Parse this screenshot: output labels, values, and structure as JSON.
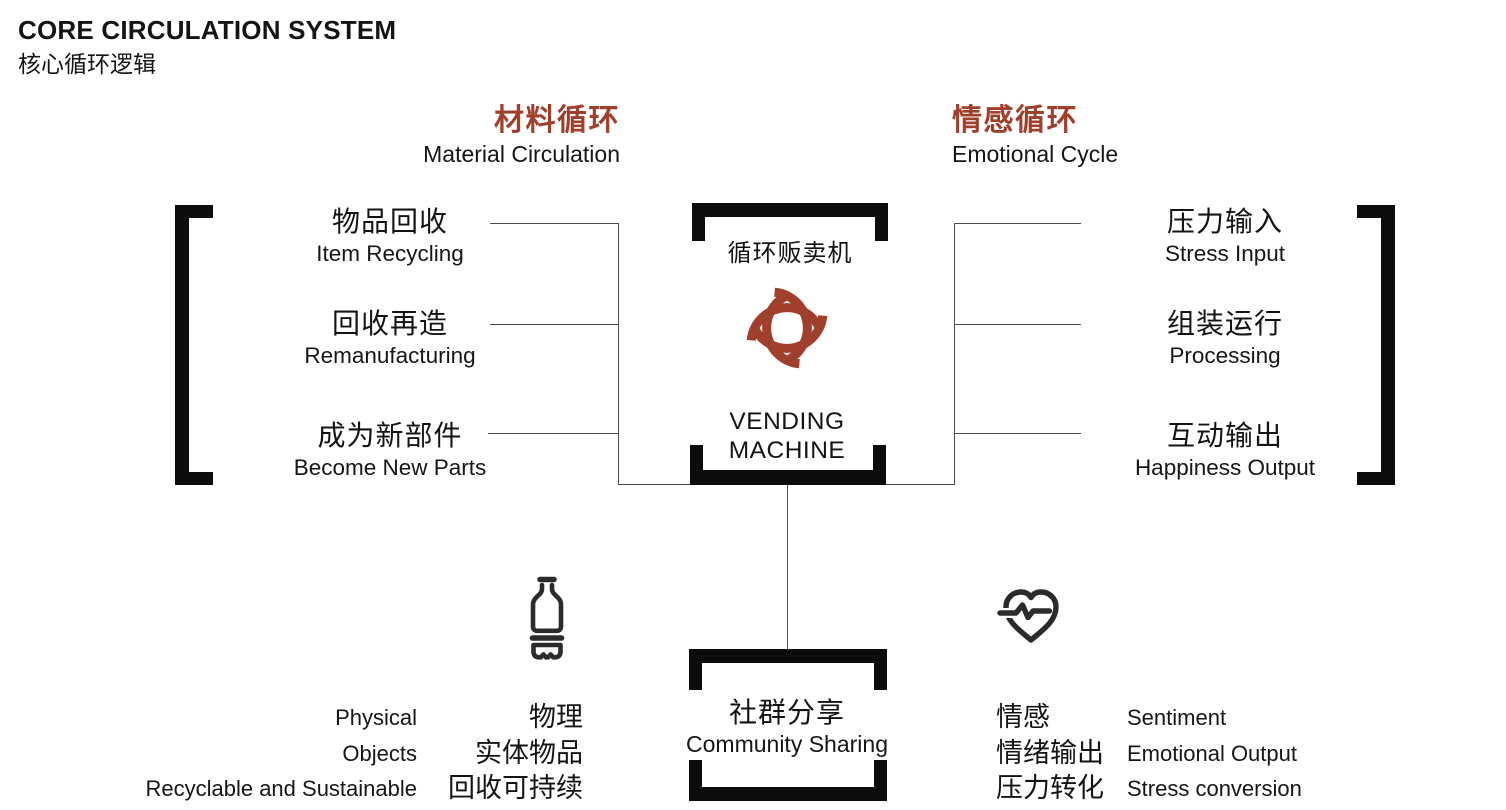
{
  "page": {
    "title_en": "CORE CIRCULATION SYSTEM",
    "title_zh": "核心循环逻辑"
  },
  "colors": {
    "accent_red": "#a0402c",
    "ink": "#1b1b1b",
    "bracket_black": "#0c0c0c",
    "connector_gray": "#4c4c4c",
    "icon_dark": "#2b2b2b"
  },
  "material_section": {
    "header_zh": "材料循环",
    "header_en": "Material Circulation",
    "items": [
      {
        "zh": "物品回收",
        "en": "Item Recycling"
      },
      {
        "zh": "回收再造",
        "en": "Remanufacturing"
      },
      {
        "zh": "成为新部件",
        "en": "Become New Parts"
      }
    ]
  },
  "emotional_section": {
    "header_zh": "情感循环",
    "header_en": "Emotional Cycle",
    "items": [
      {
        "zh": "压力输入",
        "en": "Stress Input"
      },
      {
        "zh": "组装运行",
        "en": "Processing"
      },
      {
        "zh": "互动输出",
        "en": "Happiness Output"
      }
    ]
  },
  "center_node": {
    "label_zh": "循环贩卖机",
    "name_line1": "VENDING",
    "name_line2": "MACHINE",
    "icon": "cycle-logo-icon"
  },
  "community_node": {
    "zh": "社群分享",
    "en": "Community Sharing"
  },
  "bottom_left": {
    "icon": "bottle-icon",
    "en_lines": [
      "Physical",
      "Objects",
      "Recyclable and Sustainable"
    ],
    "zh_lines": [
      "物理",
      "实体物品",
      "回收可持续"
    ]
  },
  "bottom_right": {
    "icon": "heart-pulse-icon",
    "zh_lines": [
      "情感",
      "情绪输出",
      "压力转化"
    ],
    "en_lines": [
      "Sentiment",
      "Emotional Output",
      "Stress conversion"
    ]
  }
}
